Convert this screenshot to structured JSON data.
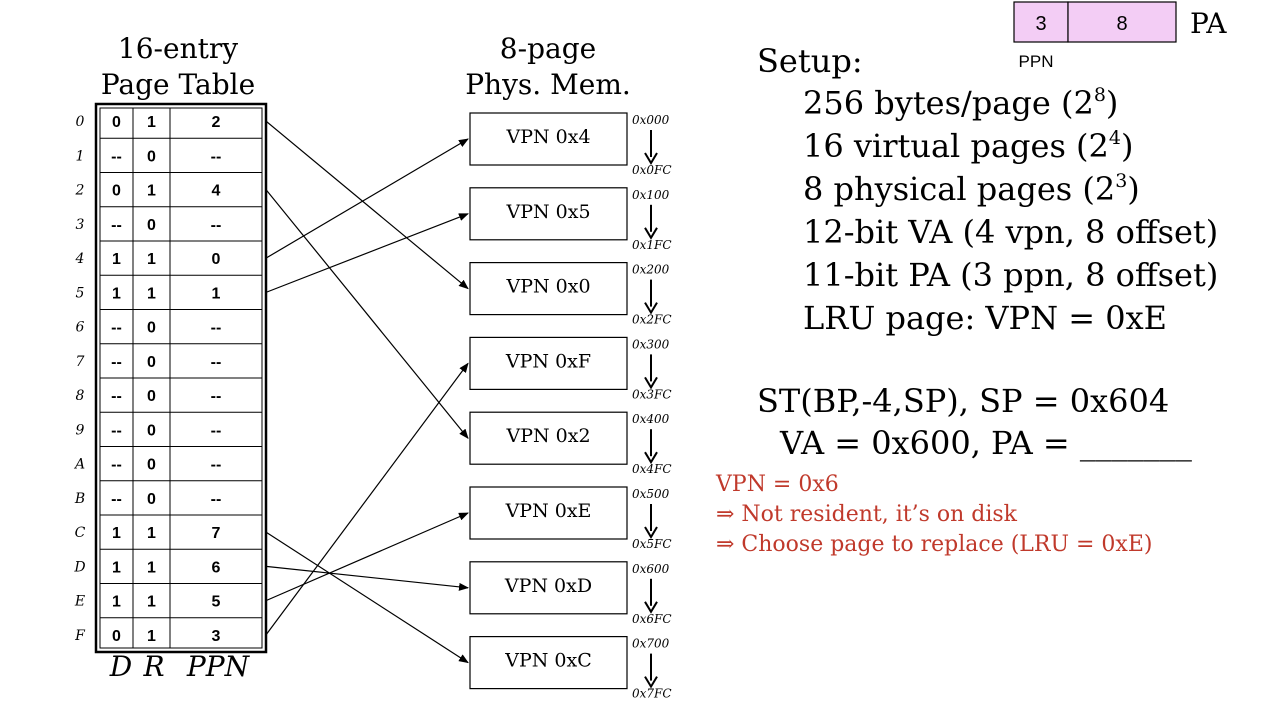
{
  "page_table": {
    "title_line1": "16-entry",
    "title_line2": "Page Table",
    "rows": [
      {
        "index": "0",
        "d": "0",
        "r": "1",
        "ppn": "2"
      },
      {
        "index": "1",
        "d": "--",
        "r": "0",
        "ppn": "--"
      },
      {
        "index": "2",
        "d": "0",
        "r": "1",
        "ppn": "4"
      },
      {
        "index": "3",
        "d": "--",
        "r": "0",
        "ppn": "--"
      },
      {
        "index": "4",
        "d": "1",
        "r": "1",
        "ppn": "0"
      },
      {
        "index": "5",
        "d": "1",
        "r": "1",
        "ppn": "1"
      },
      {
        "index": "6",
        "d": "--",
        "r": "0",
        "ppn": "--"
      },
      {
        "index": "7",
        "d": "--",
        "r": "0",
        "ppn": "--"
      },
      {
        "index": "8",
        "d": "--",
        "r": "0",
        "ppn": "--"
      },
      {
        "index": "9",
        "d": "--",
        "r": "0",
        "ppn": "--"
      },
      {
        "index": "A",
        "d": "--",
        "r": "0",
        "ppn": "--"
      },
      {
        "index": "B",
        "d": "--",
        "r": "0",
        "ppn": "--"
      },
      {
        "index": "C",
        "d": "1",
        "r": "1",
        "ppn": "7"
      },
      {
        "index": "D",
        "d": "1",
        "r": "1",
        "ppn": "6"
      },
      {
        "index": "E",
        "d": "1",
        "r": "1",
        "ppn": "5"
      },
      {
        "index": "F",
        "d": "0",
        "r": "1",
        "ppn": "3"
      }
    ],
    "col_d": "D",
    "col_r": "R",
    "col_ppn": "PPN"
  },
  "phys_mem": {
    "title_line1": "8-page",
    "title_line2": "Phys. Mem.",
    "pages": [
      {
        "label": "VPN 0x4",
        "start": "0x000",
        "end": "0x0FC"
      },
      {
        "label": "VPN 0x5",
        "start": "0x100",
        "end": "0x1FC"
      },
      {
        "label": "VPN 0x0",
        "start": "0x200",
        "end": "0x2FC"
      },
      {
        "label": "VPN 0xF",
        "start": "0x300",
        "end": "0x3FC"
      },
      {
        "label": "VPN 0x2",
        "start": "0x400",
        "end": "0x4FC"
      },
      {
        "label": "VPN 0xE",
        "start": "0x500",
        "end": "0x5FC"
      },
      {
        "label": "VPN 0xD",
        "start": "0x600",
        "end": "0x6FC"
      },
      {
        "label": "VPN 0xC",
        "start": "0x700",
        "end": "0x7FC"
      }
    ]
  },
  "pa_box": {
    "ppn_value": "3",
    "offset_value": "8",
    "label": "PA",
    "ppn_label": "PPN"
  },
  "setup": {
    "heading": "Setup:",
    "lines": [
      {
        "text": "256 bytes/page (2",
        "sup": "8",
        "tail": ")"
      },
      {
        "text": "16 virtual pages (2",
        "sup": "4",
        "tail": ")"
      },
      {
        "text": "8 physical pages (2",
        "sup": "3",
        "tail": ")"
      },
      {
        "text": "12-bit VA (4 vpn, 8 offset)",
        "sup": "",
        "tail": ""
      },
      {
        "text": "11-bit PA (3 ppn, 8 offset)",
        "sup": "",
        "tail": ""
      },
      {
        "text": "LRU page: VPN = 0xE",
        "sup": "",
        "tail": ""
      }
    ]
  },
  "question": {
    "line1": "ST(BP,-4,SP), SP = 0x604",
    "line2": "VA = 0x600, PA = ",
    "blank": "_______"
  },
  "notes": {
    "color": "#c0392b",
    "lines": [
      "VPN = 0x6",
      "⇒  Not resident, it’s on disk",
      "⇒  Choose page to replace (LRU = 0xE)"
    ]
  },
  "colors": {
    "pa_box_fill": "#f3cdf5",
    "ink": "#000000"
  }
}
